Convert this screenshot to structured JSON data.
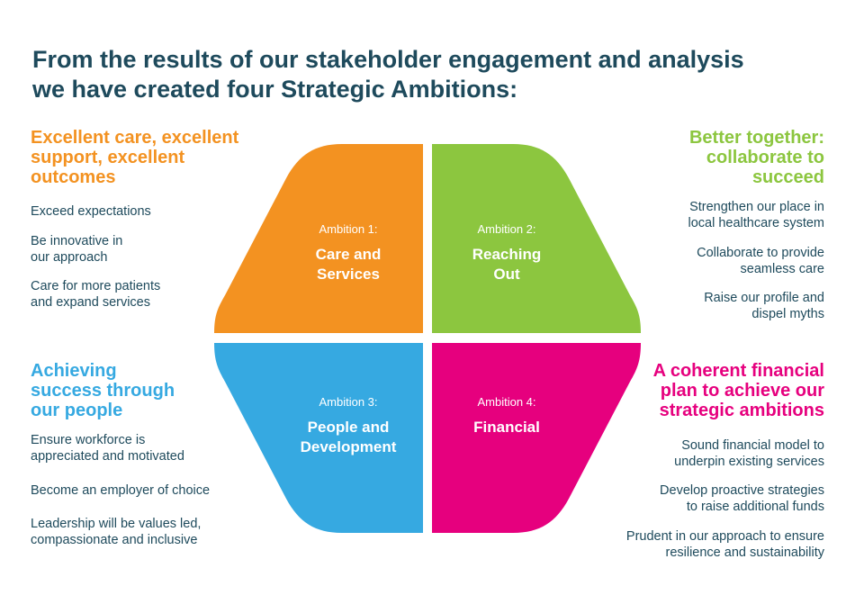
{
  "title": {
    "line1": "From the results of our stakeholder engagement and analysis",
    "line2": "we have created four Strategic Ambitions:"
  },
  "colors": {
    "title": "#1e4a5c",
    "care": "#f39221",
    "reaching": "#8cc63f",
    "people": "#36a9e1",
    "financial": "#e6007e"
  },
  "ambitions": [
    {
      "number": "Ambition 1:",
      "name_line1": "Care and",
      "name_line2": "Services"
    },
    {
      "number": "Ambition 2:",
      "name_line1": "Reaching",
      "name_line2": "Out"
    },
    {
      "number": "Ambition 3:",
      "name_line1": "People and",
      "name_line2": "Development"
    },
    {
      "number": "Ambition 4:",
      "name_line1": "Financial",
      "name_line2": ""
    }
  ],
  "sections": {
    "care": {
      "heading": [
        "Excellent care, excellent",
        "support, excellent",
        "outcomes"
      ],
      "items": [
        [
          "Exceed expectations"
        ],
        [
          "Be innovative in",
          "our approach"
        ],
        [
          "Care for more patients",
          "and expand services"
        ]
      ]
    },
    "reaching": {
      "heading": [
        "Better together:",
        "collaborate to",
        "succeed"
      ],
      "items": [
        [
          "Strengthen our place in",
          "local healthcare system"
        ],
        [
          "Collaborate to provide",
          "seamless care"
        ],
        [
          "Raise our profile and",
          "dispel myths"
        ]
      ]
    },
    "people": {
      "heading": [
        "Achieving",
        "success through",
        "our people"
      ],
      "items": [
        [
          "Ensure workforce is",
          "appreciated and motivated"
        ],
        [
          "Become an employer of choice"
        ],
        [
          "Leadership will be values led,",
          "compassionate and inclusive"
        ]
      ]
    },
    "financial": {
      "heading": [
        "A coherent financial",
        "plan to achieve our",
        "strategic ambitions"
      ],
      "items": [
        [
          "Sound financial model to",
          "underpin existing services"
        ],
        [
          "Develop proactive strategies",
          "to raise additional funds"
        ],
        [
          "Prudent in our approach to ensure",
          "resilience and sustainability"
        ]
      ]
    }
  }
}
